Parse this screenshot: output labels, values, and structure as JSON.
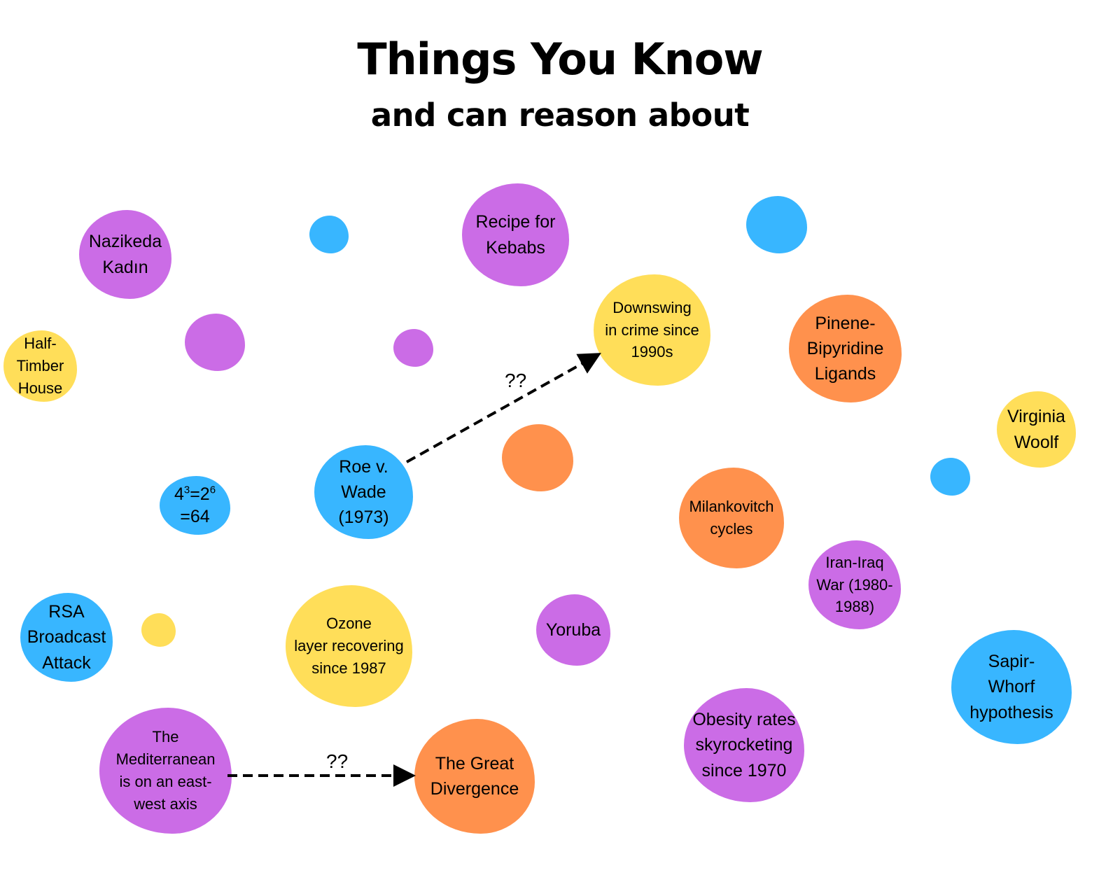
{
  "title": "Things You Know",
  "subtitle": "and can reason about",
  "colors": {
    "purple": "#cb6ce6",
    "blue": "#38b6ff",
    "yellow": "#ffde59",
    "orange": "#ff914d"
  },
  "bubbles": {
    "nazikeda": "Nazikeda\nKadın",
    "kebabs": "Recipe for\nKebabs",
    "downswing": "Downswing\nin crime since\n1990s",
    "pinene": "Pinene-\nBipyridine\nLigands",
    "half_timber": "Half-\nTimber\nHouse",
    "woolf": "Virginia\nWoolf",
    "roe": "Roe v.\nWade\n(1973)",
    "milankovitch": "Milankovitch\ncycles",
    "iran_iraq": "Iran-Iraq\nWar (1980-\n1988)",
    "rsa": "RSA\nBroadcast\nAttack",
    "ozone": "Ozone\nlayer recovering\nsince 1987",
    "yoruba": "Yoruba",
    "sapir": "Sapir-\nWhorf\nhypothesis",
    "obesity": "Obesity rates\nskyrocketing\nsince 1970",
    "mediterranean": "The\nMediterranean\nis on an east-\nwest axis",
    "divergence": "The Great\nDivergence"
  },
  "math": {
    "base1": "4",
    "exp1": "3",
    "eq": "=",
    "base2": "2",
    "exp2": "6",
    "line2": "=64"
  },
  "arrows": [
    {
      "from": "Roe v. Wade (1973)",
      "to": "Downswing in crime since 1990s",
      "label": "??"
    },
    {
      "from": "The Mediterranean is on an east-west axis",
      "to": "The Great Divergence",
      "label": "??"
    }
  ]
}
